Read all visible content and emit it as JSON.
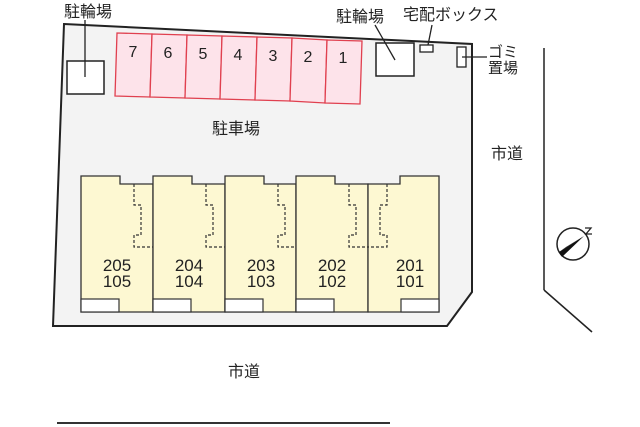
{
  "labels": {
    "bicycle_parking_left": "駐輪場",
    "bicycle_parking_right": "駐輪場",
    "delivery_box": "宅配ボックス",
    "garbage_line1": "ゴミ",
    "garbage_line2": "置場",
    "parking_lot": "駐車場",
    "city_road_east": "市道",
    "city_road_south": "市道"
  },
  "parking_spaces": [
    {
      "number": "7"
    },
    {
      "number": "6"
    },
    {
      "number": "5"
    },
    {
      "number": "4"
    },
    {
      "number": "3"
    },
    {
      "number": "2"
    },
    {
      "number": "1"
    }
  ],
  "units": [
    {
      "upper": "205",
      "lower": "105"
    },
    {
      "upper": "204",
      "lower": "104"
    },
    {
      "upper": "203",
      "lower": "103"
    },
    {
      "upper": "202",
      "lower": "102"
    },
    {
      "upper": "201",
      "lower": "101"
    }
  ],
  "compass": {
    "direction_label": "N"
  },
  "colors": {
    "parking_fill": "#fde3ea",
    "parking_stroke": "#e0404f",
    "unit_fill": "#fdf8d2",
    "site_fill": "#f3f3f3",
    "line": "#222222"
  }
}
